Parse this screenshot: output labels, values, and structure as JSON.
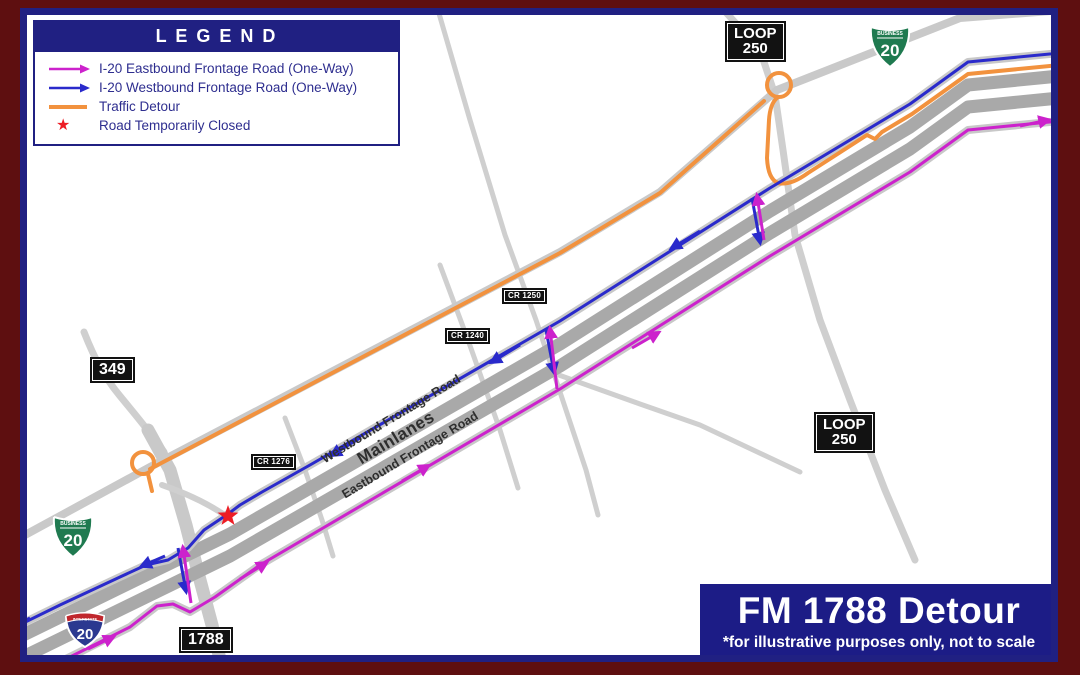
{
  "legend": {
    "title": "L E G E N D",
    "items": [
      {
        "icon": "magenta-arrow",
        "label": "I-20 Eastbound Frontage Road (One-Way)"
      },
      {
        "icon": "blue-arrow",
        "label": "I-20 Westbound Frontage Road (One-Way)"
      },
      {
        "icon": "orange-line",
        "label": "Traffic Detour"
      },
      {
        "icon": "red-star",
        "label": "Road Temporarily Closed"
      }
    ],
    "star_glyph": "★"
  },
  "title_box": {
    "title": "FM 1788 Detour",
    "subtitle": "*for illustrative purposes only, not to scale"
  },
  "road_labels": {
    "westbound": "Westbound Frontage Road",
    "mainlanes": "Mainlanes",
    "eastbound": "Eastbound Frontage Road"
  },
  "signs": {
    "loop250": {
      "line1": "LOOP",
      "line2": "250"
    },
    "sh349": "349",
    "fm1788": "1788",
    "cr1250": "CR 1250",
    "cr1240": "CR 1240",
    "cr1276": "CR 1276"
  },
  "shields": {
    "business_banner": "BUSINESS",
    "business_number": "20",
    "interstate_banner": "INTERSTATE",
    "interstate_number": "20"
  },
  "colors": {
    "eastbound_frontage": "#CC22CC",
    "westbound_frontage": "#2A2ACB",
    "traffic_detour": "#F2923E",
    "closed_star": "#ED1C24",
    "mainlane_gray": "#A9A9A9",
    "road_gray": "#C8C8C8",
    "navy": "#202082",
    "border_maroon": "#5E0F10",
    "business_green": "#1F7A50",
    "interstate_blue": "#2B3990",
    "interstate_red": "#C0272D"
  }
}
